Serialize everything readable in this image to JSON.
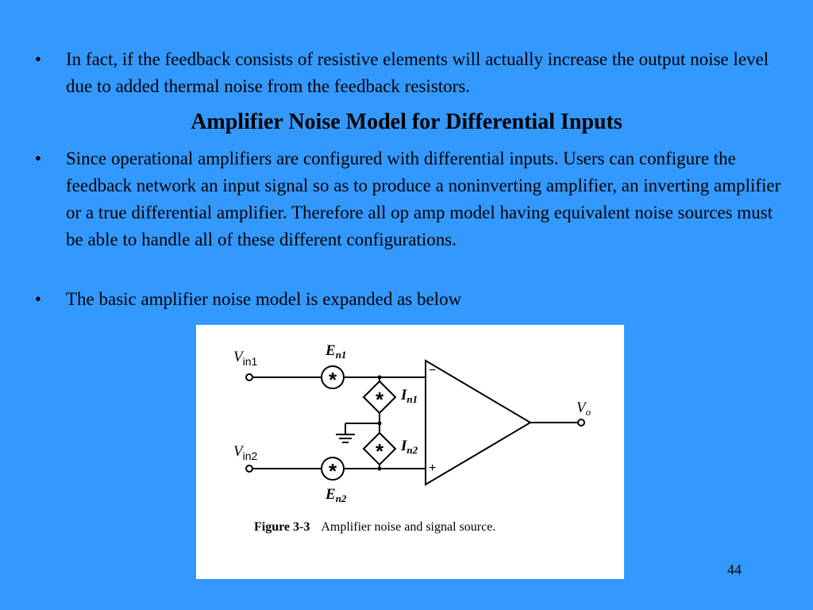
{
  "bullets": [
    {
      "marker": "•",
      "text": "In fact, if the feedback consists of resistive elements will actually increase the output noise level due to added thermal noise from the feedback resistors."
    },
    {
      "marker": "•",
      "text": "Since operational amplifiers are configured with differential inputs.  Users can configure the feedback network an input signal so as to produce a noninverting amplifier, an inverting amplifier or a true differential amplifier.  Therefore all op amp model having equivalent noise sources must be able to handle all of these different configurations."
    },
    {
      "marker": "•",
      "text": "The basic amplifier noise model is expanded as below"
    }
  ],
  "heading": "Amplifier Noise Model for Differential Inputs",
  "figure": {
    "labels": {
      "vin1_main": "V",
      "vin1_sub": "in1",
      "vin2_main": "V",
      "vin2_sub": "in2",
      "en1_main": "E",
      "en1_sub": "n1",
      "en2_main": "E",
      "en2_sub": "n2",
      "in1_main": "I",
      "in1_sub": "n1",
      "in2_main": "I",
      "in2_sub": "n2",
      "vo_main": "V",
      "vo_sub": "o",
      "minus": "−",
      "plus": "+",
      "source_symbol": "*"
    },
    "caption_label": "Figure 3-3",
    "caption_text": "Amplifier noise and signal source."
  },
  "page_number": "44"
}
